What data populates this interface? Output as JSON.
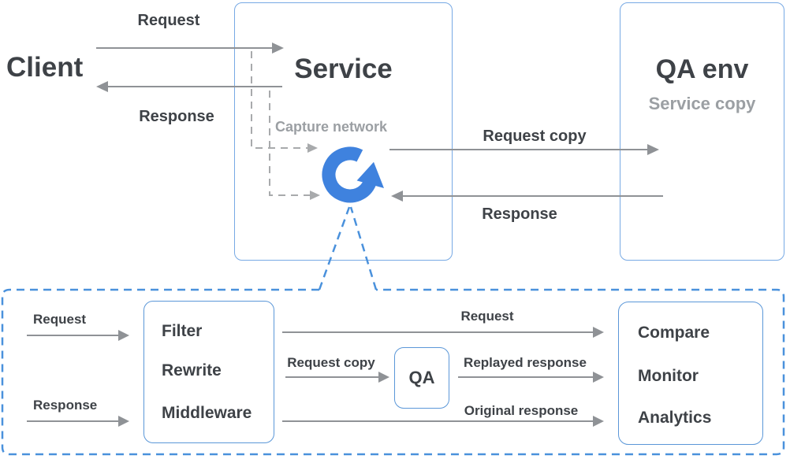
{
  "palette": {
    "background": "#ffffff",
    "text_dark": "#3e4247",
    "text_gray": "#9b9fa3",
    "arrow_gray": "#8f9296",
    "dash_gray": "#a8aaac",
    "box_border_light": "#77a9e4",
    "box_border_strong": "#5b97d8",
    "dashed_blue": "#4a91dc",
    "logo_blue": "#3f82de"
  },
  "top_section": {
    "client_label": "Client",
    "request_label": "Request",
    "response_label": "Response",
    "service_box": {
      "title": "Service",
      "capture_label": "Capture network"
    },
    "request_copy_label": "Request copy",
    "response_copy_label": "Response",
    "qa_env_box": {
      "title": "QA env",
      "subtitle": "Service copy"
    }
  },
  "detail_section": {
    "request_in_label": "Request",
    "response_in_label": "Response",
    "processor_box": {
      "items": [
        "Filter",
        "Rewrite",
        "Middleware"
      ]
    },
    "request_flow_label": "Request",
    "request_copy_flow_label": "Request copy",
    "qa_box_label": "QA",
    "replayed_response_label": "Replayed response",
    "original_response_label": "Original response",
    "results_box": {
      "items": [
        "Compare",
        "Monitor",
        "Analytics"
      ]
    }
  }
}
